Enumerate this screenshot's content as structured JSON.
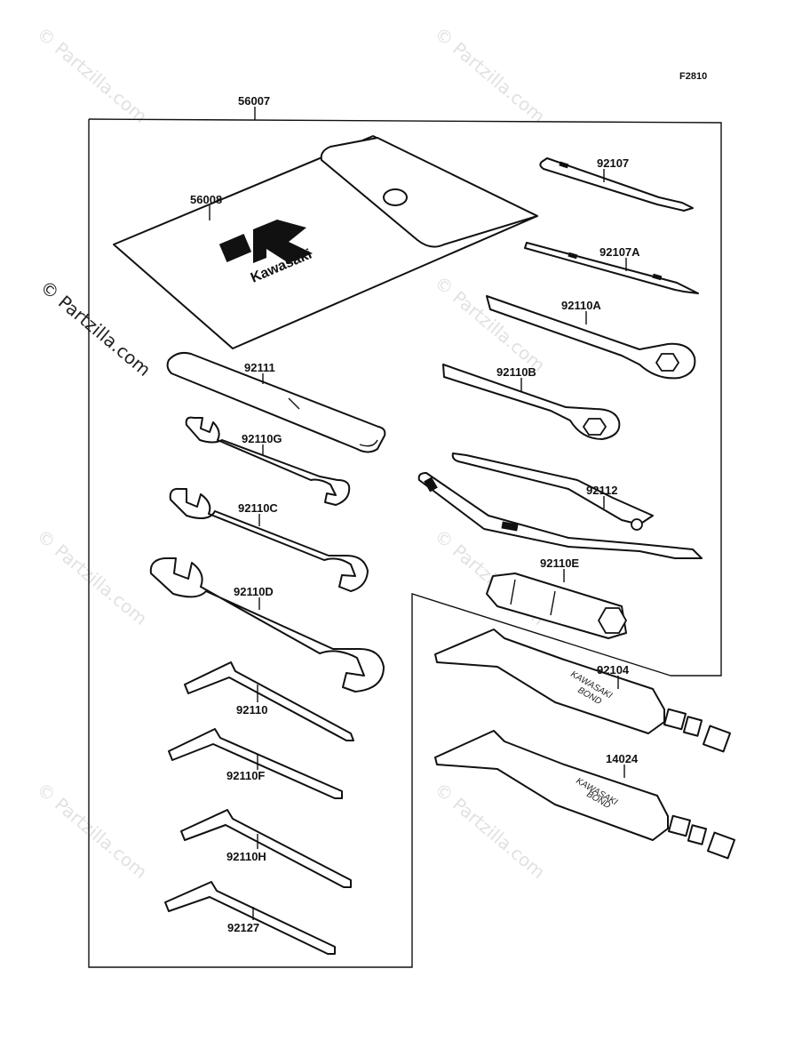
{
  "figure_id": "F2810",
  "watermark": "© Partzilla.com",
  "brand": "Kawasaki",
  "parts": {
    "kit": "56007",
    "bag": "56008",
    "screwdriver_1": "92107",
    "screwdriver_2": "92107A",
    "wrench_a": "92110A",
    "wrench_b": "92110B",
    "handle": "92111",
    "wrench_g": "92110G",
    "wrench_c": "92110C",
    "wrench_d": "92110D",
    "pliers": "92112",
    "plug_wrench": "92110E",
    "bond_1": "92104",
    "bond_2": "14024",
    "hex_key_1": "92110",
    "hex_key_2": "92110F",
    "hex_key_3": "92110H",
    "hex_key_4": "92127"
  },
  "tube_text": {
    "line1": "KAWASAKI",
    "line2": "BOND"
  }
}
